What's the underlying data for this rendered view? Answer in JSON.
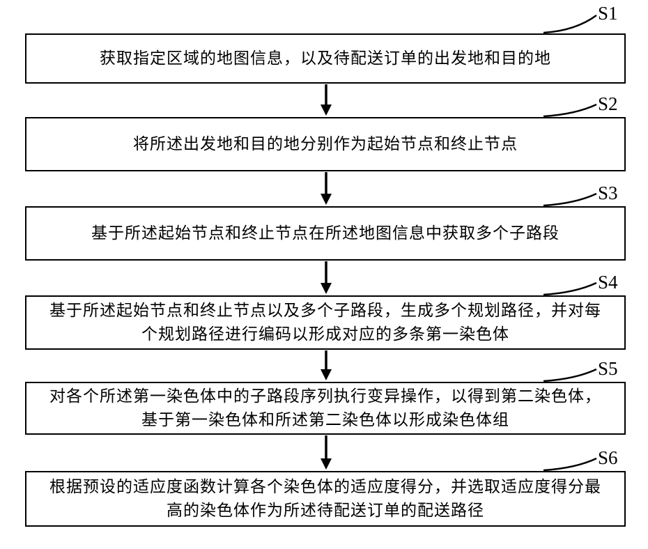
{
  "figure": {
    "type": "flowchart",
    "colors": {
      "line": "#000000",
      "background": "#ffffff",
      "text": "#000000"
    },
    "steps": [
      {
        "label": "S1",
        "text": "获取指定区域的地图信息，以及待配送订单的出发地和目的地"
      },
      {
        "label": "S2",
        "text": "将所述出发地和目的地分别作为起始节点和终止节点"
      },
      {
        "label": "S3",
        "text": "基于所述起始节点和终止节点在所述地图信息中获取多个子路段"
      },
      {
        "label": "S4",
        "text": "基于所述起始节点和终止节点以及多个子路段，生成多个规划路径，并对每个规划路径进行编码以形成对应的多条第一染色体"
      },
      {
        "label": "S5",
        "text": "对各个所述第一染色体中的子路段序列执行变异操作，以得到第二染色体，基于第一染色体和所述第二染色体以形成染色体组"
      },
      {
        "label": "S6",
        "text": "根据预设的适应度函数计算各个染色体的适应度得分，并选取适应度得分最高的染色体作为所述待配送订单的配送路径"
      }
    ]
  }
}
